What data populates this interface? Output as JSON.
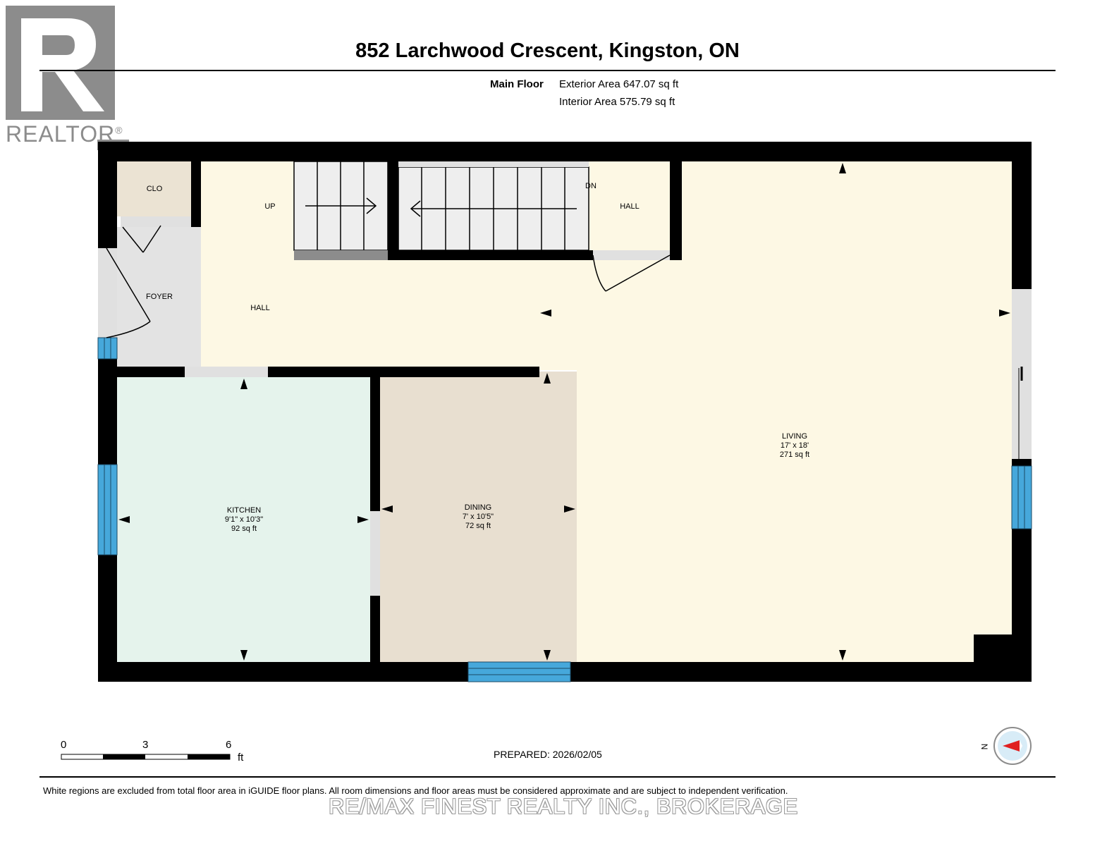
{
  "title": "852 Larchwood Crescent, Kingston, ON",
  "floor": {
    "name": "Main Floor",
    "exterior_area": "Exterior Area 647.07 sq ft",
    "interior_area": "Interior Area 575.79 sq ft"
  },
  "logo": {
    "text": "REALTOR",
    "mark": "®"
  },
  "rooms": {
    "clo": {
      "name": "CLO"
    },
    "up": {
      "name": "UP"
    },
    "dn": {
      "name": "DN"
    },
    "hall_top": {
      "name": "HALL"
    },
    "foyer": {
      "name": "FOYER"
    },
    "hall_main": {
      "name": "HALL"
    },
    "living": {
      "name": "LIVING",
      "dims": "17' x 18'",
      "area": "271 sq ft"
    },
    "kitchen": {
      "name": "KITCHEN",
      "dims": "9'1\" x 10'3\"",
      "area": "92 sq ft"
    },
    "dining": {
      "name": "DINING",
      "dims": "7' x 10'5\"",
      "area": "72 sq ft"
    }
  },
  "scale": {
    "t0": "0",
    "t1": "3",
    "t2": "6",
    "unit": "ft"
  },
  "prepared": "PREPARED: 2026/02/05",
  "compass": {
    "label": "N"
  },
  "disclaimer": "White regions are excluded from total floor area in iGUIDE floor plans. All room dimensions and floor areas must be considered approximate and are subject to independent verification.",
  "watermark": "RE/MAX FINEST REALTY INC., BROKERAGE",
  "colors": {
    "hall": "#fdf8e4",
    "kitchen": "#e5f3ec",
    "dining": "#e8dfd0",
    "closet": "#ebe3d3",
    "foyer": "#e3e3e3",
    "wall": "#000000",
    "window": "#46a8db"
  }
}
